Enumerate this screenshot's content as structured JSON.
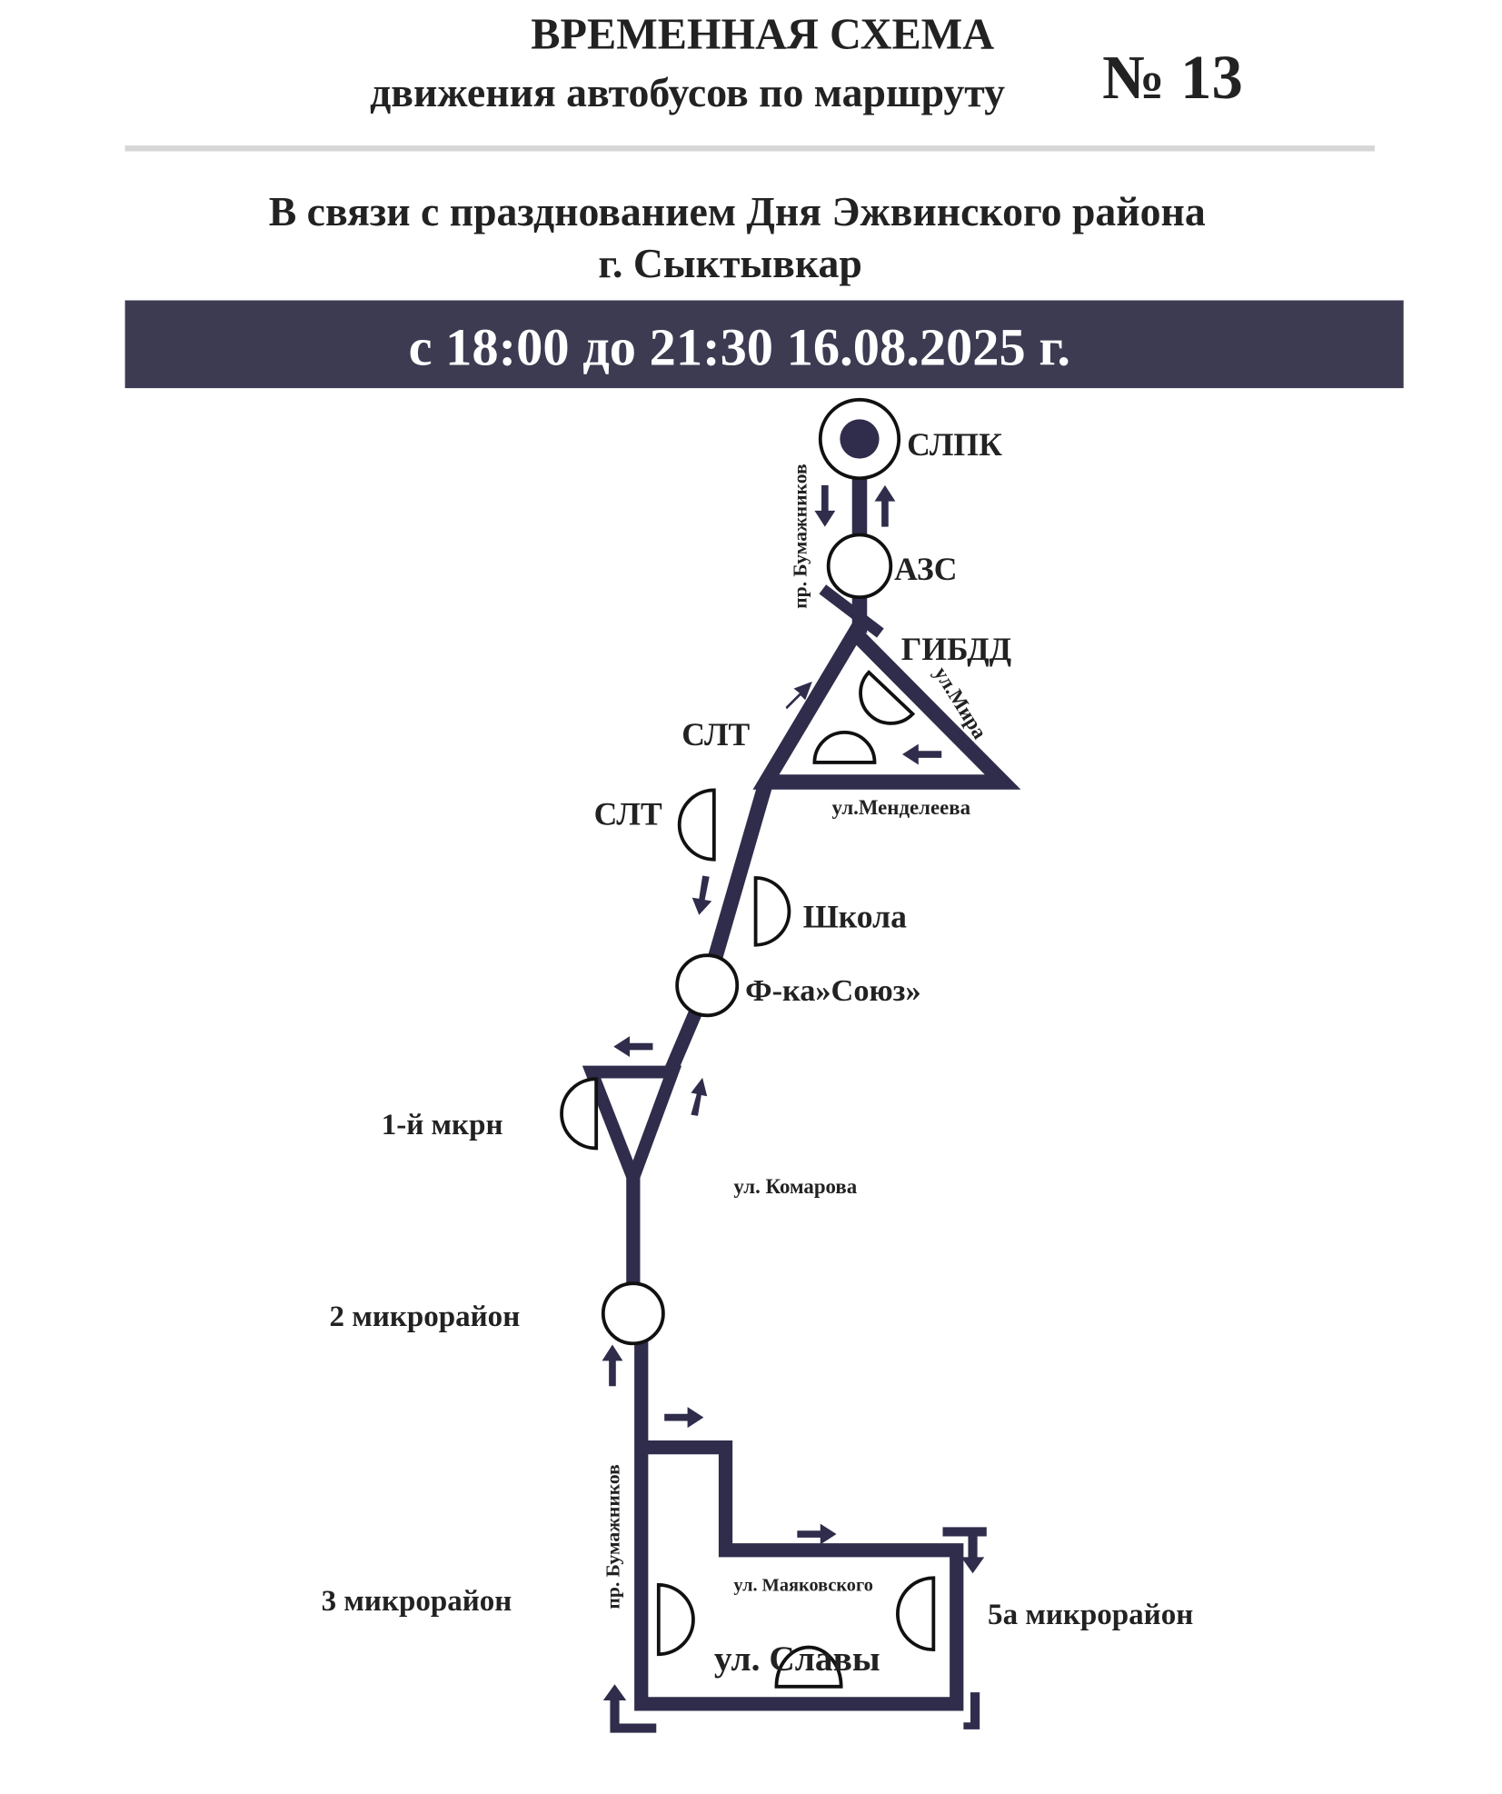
{
  "header": {
    "title_line1": "ВРЕМЕННАЯ СХЕМА",
    "title_line2": "движения автобусов по маршруту",
    "route_number": "№ 13",
    "reason_line1": "В связи с празднованием Дня Эжвинского района",
    "reason_line2": "г. Сыктывкар",
    "period": "с 18:00 до 21:30 16.08.2025 г."
  },
  "colors": {
    "road": "#2f2d4b",
    "banner": "#3c3b52",
    "banner_text": "#ffffff"
  },
  "stops": {
    "slpk": "СЛПК",
    "azs": "АЗС",
    "gibdd": "ГИБДД",
    "slt_upper": "СЛТ",
    "slt_lower": "СЛТ",
    "shkola": "Школа",
    "fka_soyuz": "Ф-ка»Союз»",
    "mkrn1": "1-й мкрн",
    "mkrn2": "2 микрорайон",
    "mkrn3": "3 микрорайон",
    "mkrn5a": "5а микрорайон"
  },
  "streets": {
    "bumazhnikov_top": "пр. Бумажников",
    "mira": "ул.Мира",
    "mendeleeva": "ул.Менделеева",
    "komarova": "ул. Комарова",
    "bumazhnikov_bottom": "пр. Бумажников",
    "mayakovskogo": "ул. Маяковского",
    "slavy": "ул. Славы"
  }
}
